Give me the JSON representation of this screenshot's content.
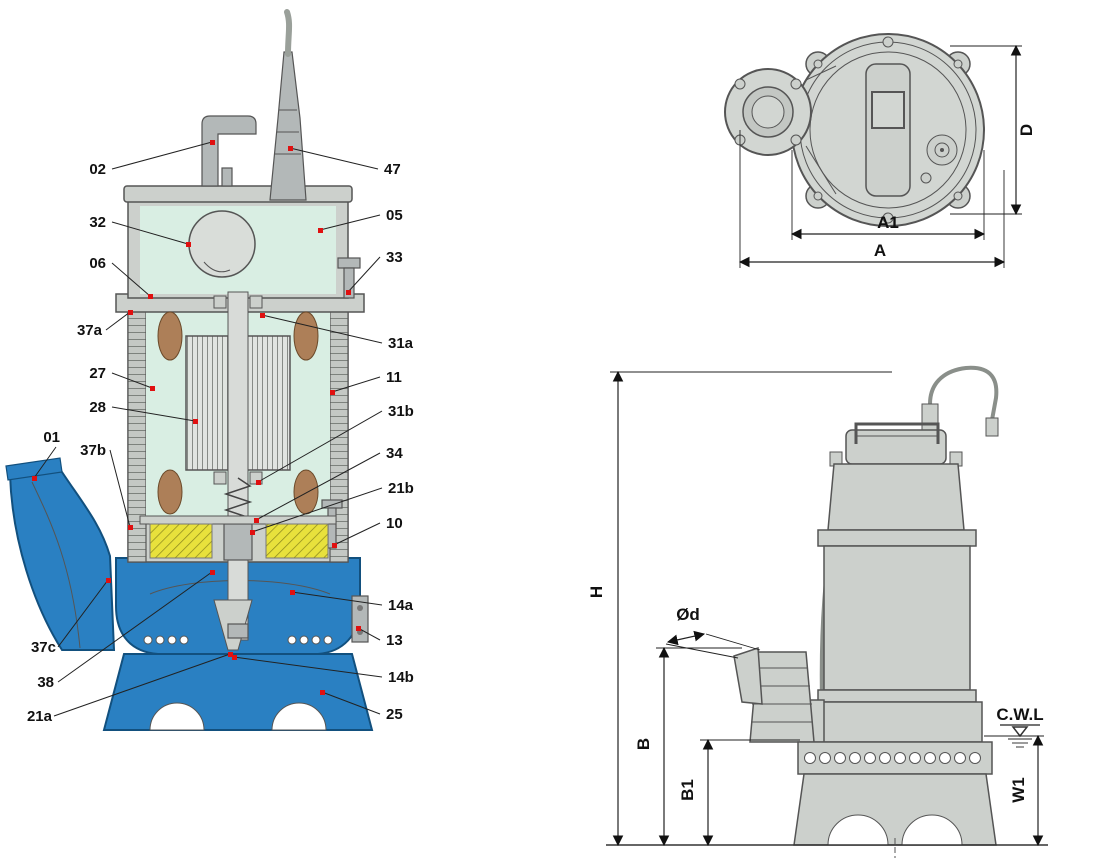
{
  "labels": {
    "p02": "02",
    "p32": "32",
    "p06": "06",
    "p37a": "37a",
    "p27": "27",
    "p28": "28",
    "p01": "01",
    "p37b": "37b",
    "p37c": "37c",
    "p38": "38",
    "p21a": "21a",
    "p47": "47",
    "p05": "05",
    "p33": "33",
    "p31a": "31a",
    "p11": "11",
    "p31b": "31b",
    "p34": "34",
    "p21b": "21b",
    "p10": "10",
    "p14a": "14a",
    "p13": "13",
    "p14b": "14b",
    "p25": "25"
  },
  "dimensions": {
    "top_view": {
      "A1": "A1",
      "A": "A",
      "D": "D"
    },
    "side_view": {
      "H": "H",
      "B": "B",
      "B1": "B1",
      "Od": "Ød",
      "CWL": "C.W.L",
      "W1": "W1"
    }
  },
  "colors": {
    "pump-blue": "#2a80c2",
    "body-gray": "#ccd0cc",
    "chamber-mint": "#d9eee3",
    "oil-yellow": "#e8e13c",
    "winding-brown": "#ad7f58",
    "marker-red": "#e01010"
  }
}
